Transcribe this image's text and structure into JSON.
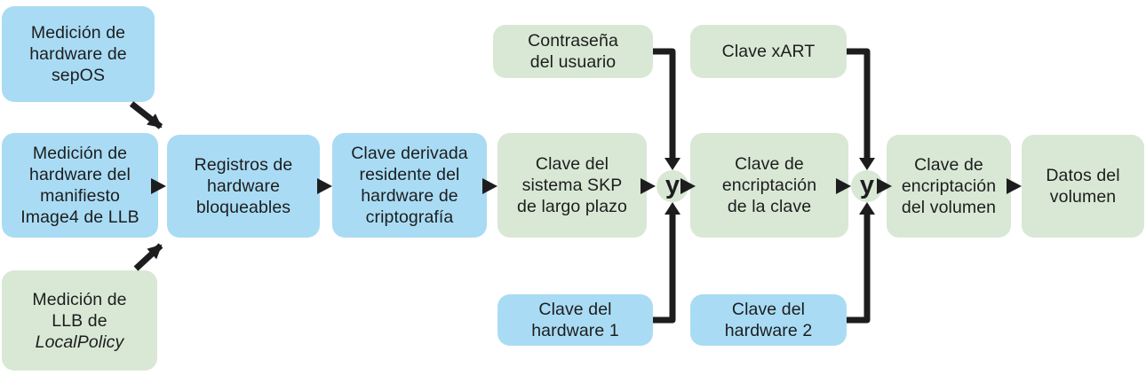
{
  "colors": {
    "blue": "#a9dcf4",
    "green": "#d8e8d4",
    "arrow": "#1d1d1f",
    "text": "#1d1d1f",
    "background": "#ffffff"
  },
  "junctions": {
    "and_label": "y"
  },
  "nodes": {
    "sepos": {
      "color": "blue",
      "lines": [
        "Medición de",
        "hardware de",
        "sepOS"
      ]
    },
    "manifest": {
      "color": "blue",
      "lines": [
        "Medición de",
        "hardware del",
        "manifiesto",
        "Image4 de LLB"
      ]
    },
    "localpolicy": {
      "color": "green",
      "lines": [
        "Medición de",
        "LLB de",
        "LocalPolicy"
      ]
    },
    "registros": {
      "color": "blue",
      "lines": [
        "Registros de",
        "hardware",
        "bloqueables"
      ]
    },
    "derivada": {
      "color": "blue",
      "lines": [
        "Clave derivada",
        "residente del",
        "hardware de",
        "criptografía"
      ]
    },
    "skp": {
      "color": "green",
      "lines": [
        "Clave del",
        "sistema SKP",
        "de largo plazo"
      ]
    },
    "contrasena": {
      "color": "green",
      "lines": [
        "Contraseña",
        "del usuario"
      ]
    },
    "xart": {
      "color": "green",
      "lines": [
        "Clave xART"
      ]
    },
    "hw1": {
      "color": "blue",
      "lines": [
        "Clave del",
        "hardware 1"
      ]
    },
    "kek": {
      "color": "green",
      "lines": [
        "Clave de",
        "encriptación",
        "de la clave"
      ]
    },
    "hw2": {
      "color": "blue",
      "lines": [
        "Clave del",
        "hardware 2"
      ]
    },
    "vek": {
      "color": "green",
      "lines": [
        "Clave de",
        "encriptación",
        "del volumen"
      ]
    },
    "datos": {
      "color": "green",
      "lines": [
        "Datos del",
        "volumen"
      ]
    }
  }
}
